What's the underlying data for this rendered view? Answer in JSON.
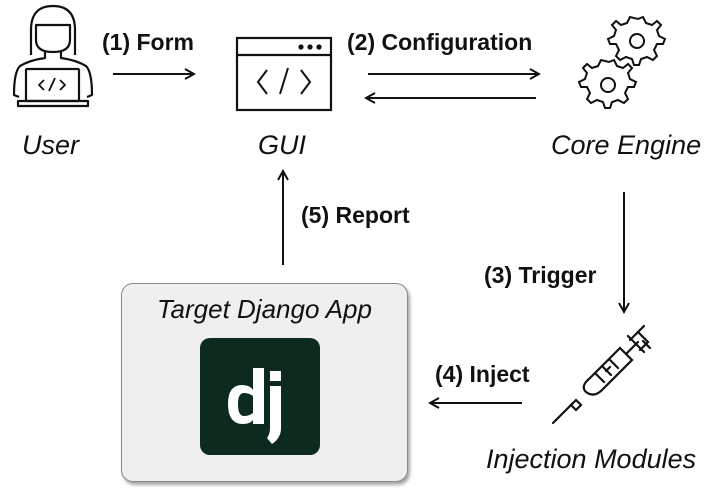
{
  "nodes": {
    "user": {
      "label": "User",
      "icon": "user-laptop-icon"
    },
    "gui": {
      "label": "GUI",
      "icon": "code-window-icon"
    },
    "core_engine": {
      "label": "Core Engine",
      "icon": "gears-icon"
    },
    "injection_modules": {
      "label": "Injection Modules",
      "icon": "syringe-icon"
    },
    "target_app": {
      "label": "Target Django App",
      "icon": "django-logo",
      "logo_text": "dj",
      "logo_color": "#0c2a1d",
      "box_color": "#efefef"
    }
  },
  "edges": [
    {
      "from": "user",
      "to": "gui",
      "label": "(1) Form"
    },
    {
      "from": "gui",
      "to": "core_engine",
      "label": "(2) Configuration",
      "bidirectional": true
    },
    {
      "from": "core_engine",
      "to": "injection_modules",
      "label": "(3) Trigger"
    },
    {
      "from": "injection_modules",
      "to": "target_app",
      "label": "(4) Inject"
    },
    {
      "from": "target_app",
      "to": "gui",
      "label": "(5) Report"
    }
  ]
}
